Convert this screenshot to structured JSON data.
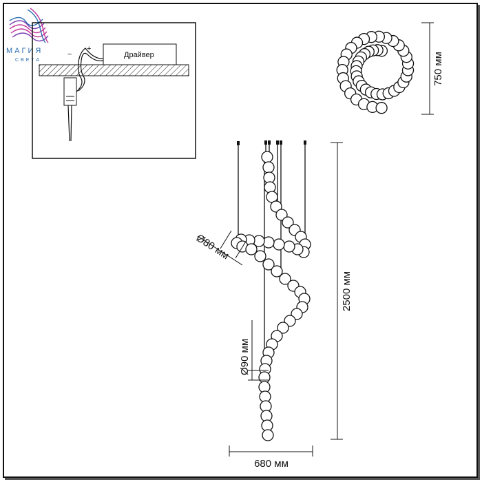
{
  "brand": {
    "name": "МАГИЯ",
    "tagline": "СВЕТА",
    "colors": {
      "blue": "#2a6fb0",
      "magenta": "#c0399a",
      "purple": "#7b3fb0"
    }
  },
  "inset": {
    "driver_label": "Драйвер",
    "minus": "−",
    "plus": "+"
  },
  "dimensions": {
    "top_view_diameter": "750 мм",
    "total_height": "2500 мм",
    "width": "680 мм",
    "small_sphere": "Ø80 мм",
    "large_sphere": "Ø90 мм"
  }
}
